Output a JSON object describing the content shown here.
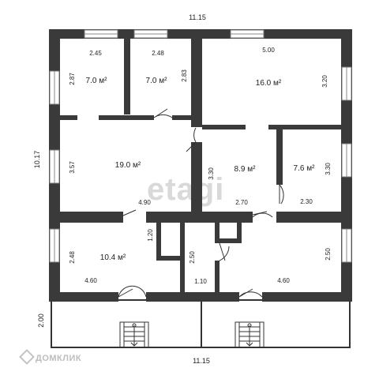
{
  "overall": {
    "top_width": "11.15",
    "bottom_width": "11.15",
    "left_height": "10.17",
    "porch_depth": "2.00"
  },
  "rooms": {
    "r1": {
      "area": "7.0 м²",
      "width": "2.45",
      "height": "2.87"
    },
    "r2": {
      "area": "7.0 м²",
      "width": "2.48",
      "height": "2.83"
    },
    "r3": {
      "area": "16.0 м²",
      "width": "5.00",
      "height": "3.20"
    },
    "r4": {
      "area": "19.0 м²",
      "width": "4.90",
      "height": "3.57"
    },
    "r5": {
      "area": "8.9 м²",
      "width": "2.70",
      "height": "3.30"
    },
    "r6": {
      "area": "7.6 м²",
      "width": "2.30",
      "height": "3.30"
    },
    "r7": {
      "area": "10.4 м²",
      "width": "4.60",
      "height": "2.48"
    },
    "r8": {
      "width": "1.10",
      "height": "2.50",
      "side": "1.20"
    },
    "r9": {
      "width": "4.60",
      "height": "2.50"
    }
  },
  "watermark": "etagi",
  "credit": "ДОМКЛИК"
}
